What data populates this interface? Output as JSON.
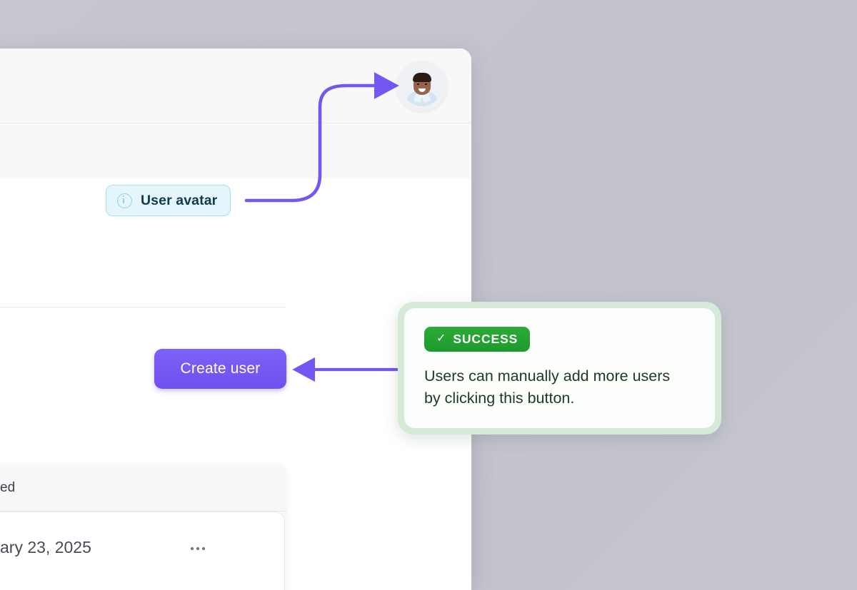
{
  "background": {
    "color": "#c5c5cf"
  },
  "app_window": {
    "name": "user-management-screen",
    "surface_color": "#ffffff",
    "header_color": "#f8f8f9"
  },
  "avatar": {
    "name": "user-avatar",
    "description": "Photo of a smiling man in a light blue shirt",
    "icon": "avatar-photo-icon"
  },
  "annotations": {
    "accent_color": "#7357f0",
    "avatar_callout": {
      "label": "User avatar",
      "icon": "info-circle-icon",
      "background": "#e4f6fb",
      "border_color": "#a9dfec",
      "text_color": "#123a4b",
      "arrow": "curved-arrow-to-avatar"
    },
    "create_user_callout": {
      "badge_label": "SUCCESS",
      "badge_icon": "check-icon",
      "badge_color": "#1f9e32",
      "body_text": "Users can manually add more users by clicking this button.",
      "frame_color": "#d5ead9",
      "text_color": "#1d3a24",
      "arrow": "straight-arrow-to-create-user-button"
    }
  },
  "main": {
    "create_user_button": {
      "label": "Create user",
      "color": "#7357f0",
      "text_color": "#ffffff"
    }
  },
  "table": {
    "column_header": "ed",
    "rows": [
      {
        "date": "ary 23, 2025",
        "menu_icon": "ellipsis-icon"
      }
    ]
  }
}
